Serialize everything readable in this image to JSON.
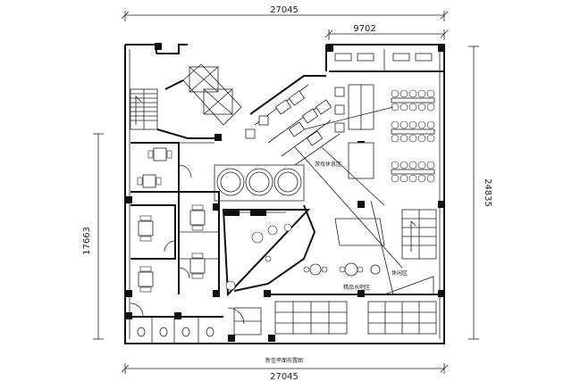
{
  "dimensions": {
    "top_total": "27045",
    "top_partial": "9702",
    "bottom_total": "27045",
    "right_total": "24835",
    "left_partial": "17663"
  },
  "labels": {
    "zone_a": "游戏休息区",
    "zone_b": "精品水吧区",
    "zone_c": "休闲区",
    "footer_caption": "新佳平面布置图"
  }
}
